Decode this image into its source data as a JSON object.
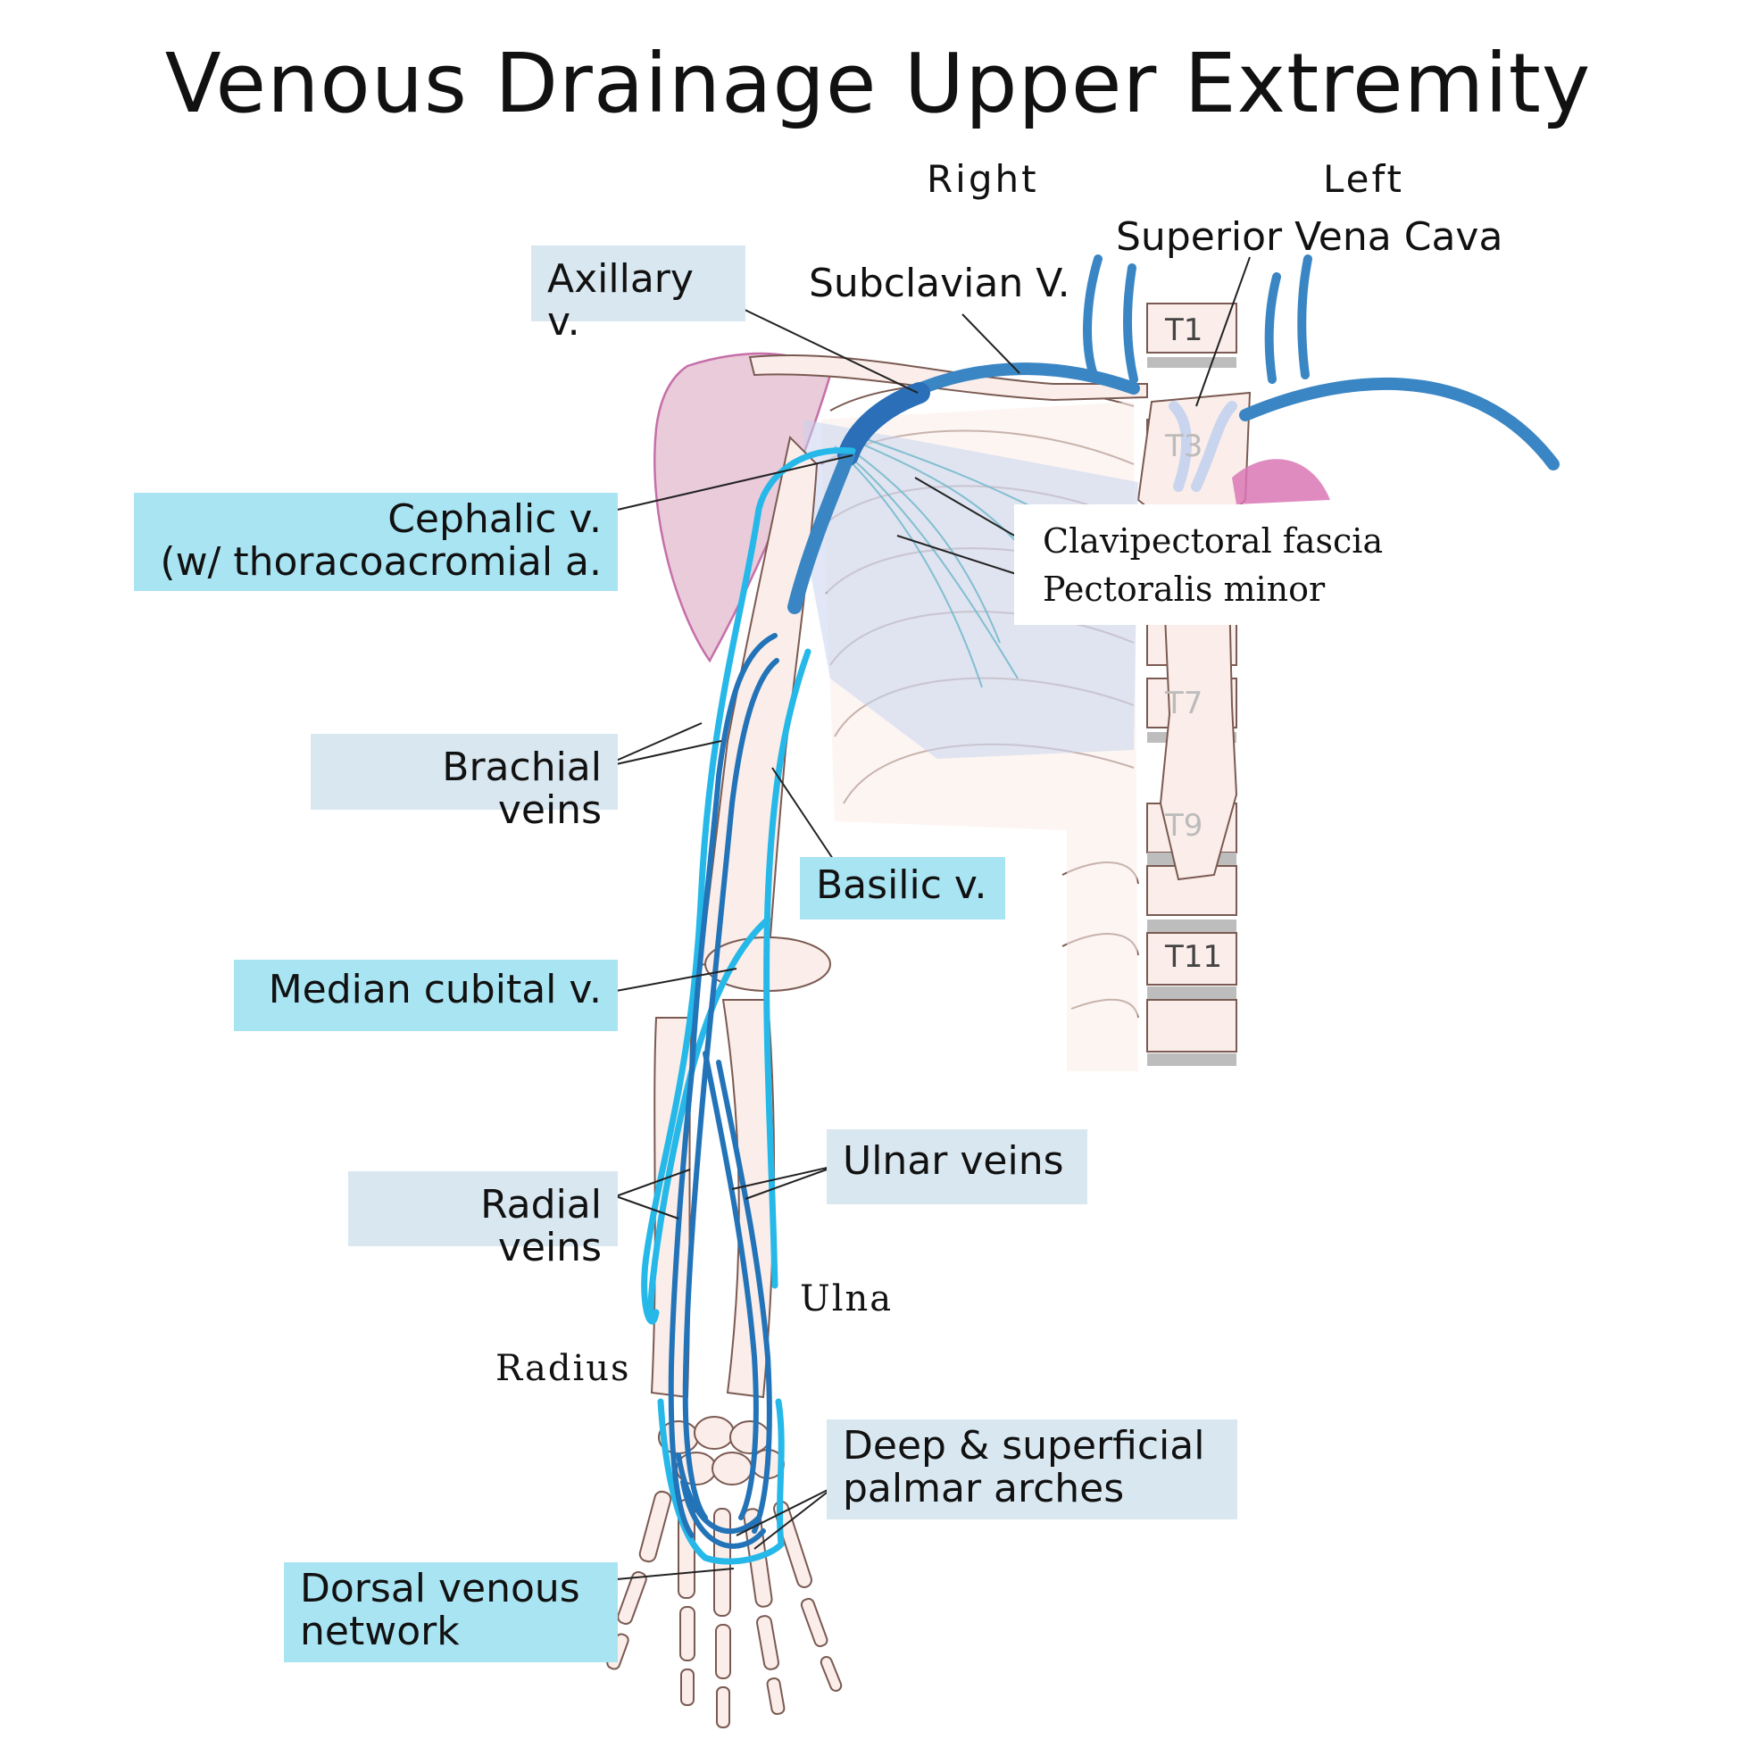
{
  "title": "Venous Drainage Upper Extremity",
  "sides": {
    "right": "Right",
    "left": "Left"
  },
  "labels": {
    "axillary": "Axillary v.",
    "subclavian": "Subclavian V.",
    "svc": "Superior Vena Cava",
    "cephalic_line1": "Cephalic v.",
    "cephalic_line2": "(w/ thoracoacromial a.",
    "clavipectoral": "Clavipectoral fascia",
    "pectoralis": "Pectoralis minor",
    "brachial": "Brachial veins",
    "basilic": "Basilic v.",
    "median_cubital": "Median cubital v.",
    "ulnar": "Ulnar veins",
    "radial": "Radial veins",
    "ulna_bone": "Ulna",
    "radius_bone": "Radius",
    "palmar_line1": "Deep & superficial",
    "palmar_line2": "palmar arches",
    "dorsal_line1": "Dorsal venous",
    "dorsal_line2": "network"
  },
  "vertebrae": [
    "T1",
    "T3",
    "T7",
    "T9",
    "T11"
  ],
  "colors": {
    "cyan_label": "#a9e4f3",
    "pale_label": "#d9e7f0",
    "superficial_vein": "#25b8e8",
    "deep_vein": "#2273b8",
    "great_vein": "#3a86c4",
    "bone": "#fbeeea",
    "bone_outline": "#7a5a52",
    "deltoid": "#e8c6d6",
    "heart": "#d977b5"
  }
}
